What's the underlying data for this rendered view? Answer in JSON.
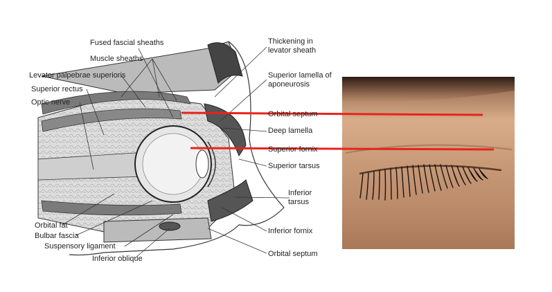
{
  "labels": {
    "fused_fascial_sheaths": "Fused fascial sheaths",
    "muscle_sheaths": "Muscle sheaths",
    "levator_palpebrae_superioris": "Levator palpebrae superioris",
    "superior_rectus": "Superior rectus",
    "optic_nerve": "Optic nerve",
    "thickening_levator_sheath": "Thickening in levator sheath",
    "superior_lamella_aponeurosis": "Superior lamella of aponeurosis",
    "orbital_septum_upper": "Orbital septum",
    "deep_lamella": "Deep lamella",
    "superior_fornix": "Superior fornix",
    "superior_tarsus": "Superior tarsus",
    "inferior_tarsus": "Inferior tarsus",
    "inferior_fornix": "Inferior fornix",
    "orbital_septum_lower": "Orbital septum",
    "orbital_fat": "Orbital fat",
    "bulbar_fascia": "Bulbar fascia",
    "suspensory_ligament": "Suspensory ligament",
    "inferior_oblique": "Inferior oblique"
  },
  "colors": {
    "annotation_line": "#e8231c",
    "skin_tone": "#c89a78",
    "lash_color": "#1a1410"
  }
}
